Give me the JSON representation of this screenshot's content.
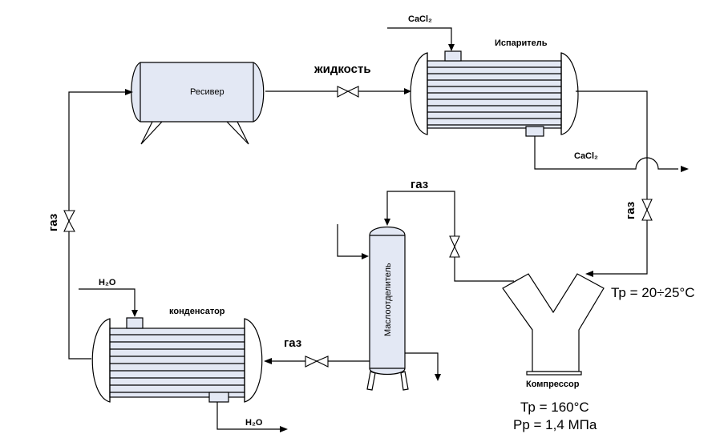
{
  "labels": {
    "receiver": "Ресивер",
    "evaporator": "Испаритель",
    "condenser": "конденсатор",
    "oil_separator": "Маслоотделитель",
    "compressor": "Компрессор",
    "cacl2_in": "CaCl₂",
    "cacl2_out": "CaCl₂",
    "h2o_in": "H₂O",
    "h2o_out": "H₂O",
    "liquid": "жидкость",
    "gas_left": "газ",
    "gas_right": "газ",
    "gas_top": "газ",
    "gas_bottom": "газ",
    "tp_suction": "Тр = 20÷25°С",
    "tp_discharge": "Тр = 160°С",
    "pp_discharge": "Рр = 1,4 МПа"
  }
}
